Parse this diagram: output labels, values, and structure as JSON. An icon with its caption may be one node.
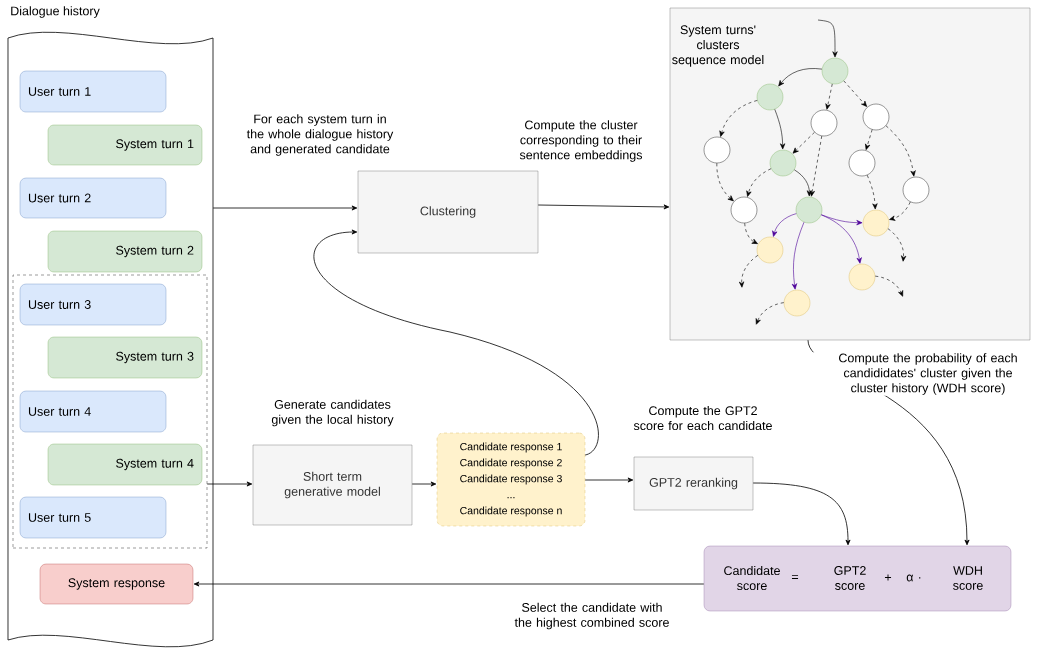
{
  "diagram": {
    "nodes": [
      {
        "text": [
          "Dialogue history"
        ]
      },
      {
        "text": [
          "User turn 1"
        ],
        "in": 0
      },
      {
        "text": [
          "System turn 1"
        ],
        "in": 0
      },
      {
        "text": [
          "User turn 2"
        ],
        "in": 0
      },
      {
        "text": [
          "System turn 2"
        ],
        "in": 0
      },
      {
        "text": [],
        "shape": "box",
        "in": 0
      },
      {
        "text": [
          "User turn 3"
        ],
        "in": 5
      },
      {
        "text": [
          "System turn 3"
        ],
        "in": 5
      },
      {
        "text": [
          "User turn 4"
        ],
        "in": 5
      },
      {
        "text": [
          "System turn 4"
        ],
        "in": 5
      },
      {
        "text": [
          "User turn 5"
        ],
        "in": 5
      },
      {
        "text": [
          "System response"
        ],
        "in": 0
      },
      {
        "text": [
          "Clustering"
        ]
      },
      {
        "text": [
          "System turns' clusters sequence model"
        ]
      },
      {
        "text": [],
        "shape": "circle",
        "in": 13
      },
      {
        "text": [],
        "shape": "circle",
        "in": 13
      },
      {
        "text": [],
        "shape": "circle",
        "in": 13
      },
      {
        "text": [],
        "shape": "circle",
        "in": 13
      },
      {
        "text": [],
        "shape": "circle",
        "in": 13
      },
      {
        "text": [],
        "shape": "circle",
        "in": 13
      },
      {
        "text": [],
        "shape": "circle",
        "in": 13
      },
      {
        "text": [],
        "shape": "circle",
        "in": 13
      },
      {
        "text": [],
        "shape": "circle",
        "in": 13
      },
      {
        "text": [],
        "shape": "circle",
        "in": 13
      },
      {
        "text": [],
        "shape": "circle",
        "in": 13
      },
      {
        "text": [],
        "shape": "circle",
        "in": 13
      },
      {
        "text": [],
        "shape": "circle",
        "in": 13
      },
      {
        "text": [],
        "shape": "circle",
        "in": 13
      },
      {
        "text": [
          "Short term generative model"
        ],
        "beside": [
          "Generate candidates given the local history"
        ]
      },
      {
        "text": [
          "Candidate response 1",
          "Candidate response 2",
          "Candidate response 3",
          "...",
          "Candidate response n"
        ]
      },
      {
        "text": [
          "GPT2 reranking"
        ]
      },
      {
        "text": [
          "Candidate score",
          "=",
          "GPT2 score",
          "+",
          "α ·",
          "WDH score"
        ]
      }
    ],
    "edges": [
      {
        "from": 0,
        "to": 12,
        "arrow": "to",
        "label": "For each system turn in the whole dialogue history and generated candidate"
      },
      {
        "from": 12,
        "to": 13,
        "arrow": "to",
        "label": "Compute the cluster corresponding to their sentence embeddings"
      },
      {
        "from": 5,
        "to": 28,
        "arrow": "to"
      },
      {
        "from": 28,
        "to": 29,
        "arrow": "to"
      },
      {
        "from": 29,
        "to": 12,
        "arrow": "to"
      },
      {
        "from": 29,
        "to": 30,
        "arrow": "to",
        "label": "Compute the GPT2 score for each candidate"
      },
      {
        "from": 30,
        "to": 31,
        "arrow": "to"
      },
      {
        "from": 13,
        "to": 31,
        "arrow": "to",
        "label": "Compute the probability of each candididates' cluster given the cluster history (WDH score)"
      },
      {
        "from": 31,
        "to": 11,
        "arrow": "to",
        "label": "Select the candidate with the highest combined score"
      },
      {
        "from": null,
        "to": 14,
        "arrow": "to"
      },
      {
        "from": 14,
        "to": 15,
        "arrow": "to"
      },
      {
        "from": 14,
        "to": 17,
        "arrow": "to",
        "style": "dashed"
      },
      {
        "from": 14,
        "to": 16,
        "arrow": "to",
        "style": "dashed"
      },
      {
        "from": 15,
        "to": 18,
        "arrow": "to",
        "style": "dashed"
      },
      {
        "from": 15,
        "to": 19,
        "arrow": "to"
      },
      {
        "from": 17,
        "to": 19,
        "arrow": "to",
        "style": "dashed"
      },
      {
        "from": 17,
        "to": 23,
        "arrow": "to",
        "style": "dashed"
      },
      {
        "from": 16,
        "to": 20,
        "arrow": "to",
        "style": "dashed"
      },
      {
        "from": 16,
        "to": 21,
        "arrow": "to",
        "style": "dashed"
      },
      {
        "from": 18,
        "to": 22,
        "arrow": "to",
        "style": "dashed"
      },
      {
        "from": 19,
        "to": 22,
        "arrow": "to",
        "style": "dashed"
      },
      {
        "from": 19,
        "to": 23,
        "arrow": "to"
      },
      {
        "from": 20,
        "to": 24,
        "arrow": "to",
        "style": "dashed"
      },
      {
        "from": 21,
        "to": 24,
        "arrow": "to",
        "style": "dashed"
      },
      {
        "from": 22,
        "to": 25,
        "arrow": "to",
        "style": "dashed"
      },
      {
        "from": 23,
        "to": 25,
        "arrow": "to",
        "color": "#4c0099"
      },
      {
        "from": 23,
        "to": 27,
        "arrow": "to",
        "color": "#4c0099"
      },
      {
        "from": 23,
        "to": 26,
        "arrow": "to",
        "color": "#4c0099"
      },
      {
        "from": 23,
        "to": 24,
        "arrow": "to",
        "color": "#4c0099"
      },
      {
        "from": 24,
        "to": null,
        "arrow": "to",
        "style": "dashed"
      },
      {
        "from": 25,
        "to": null,
        "arrow": "to",
        "style": "dashed"
      },
      {
        "from": 26,
        "to": null,
        "arrow": "to",
        "style": "dashed"
      },
      {
        "from": 27,
        "to": null,
        "arrow": "to",
        "style": "dashed"
      }
    ]
  }
}
